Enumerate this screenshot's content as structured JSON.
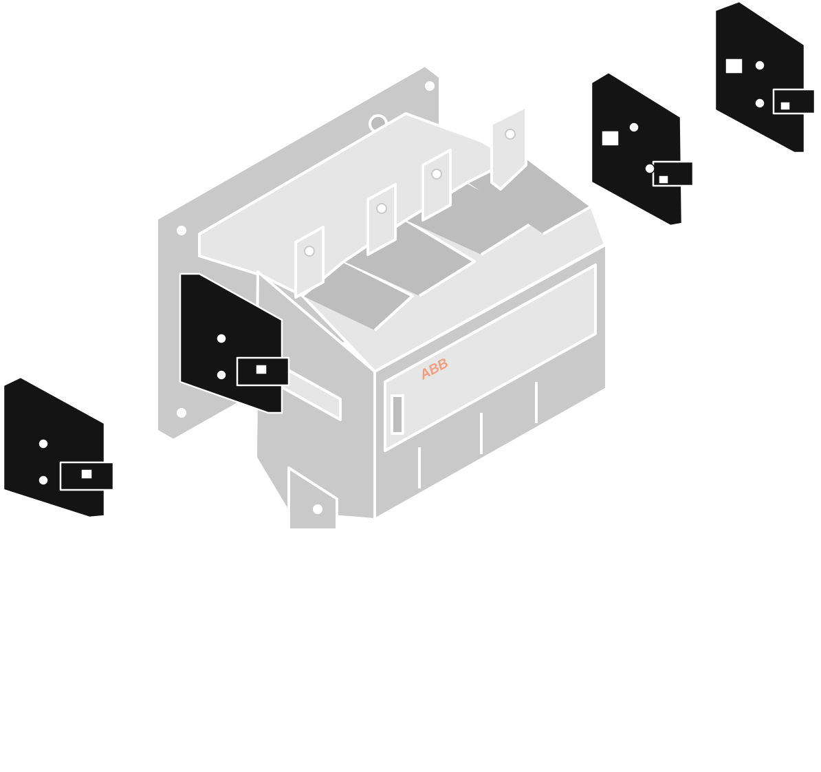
{
  "illustration": {
    "logo_text": "ABB",
    "colors": {
      "contactor_body": "#c9c9c9",
      "accessory_blocks": "#141414",
      "logo": "#f0a080",
      "background": "#ffffff"
    },
    "parts": [
      "contactor",
      "auxiliary-block-mounted",
      "auxiliary-block-left",
      "auxiliary-block-top-1",
      "auxiliary-block-top-2"
    ]
  }
}
